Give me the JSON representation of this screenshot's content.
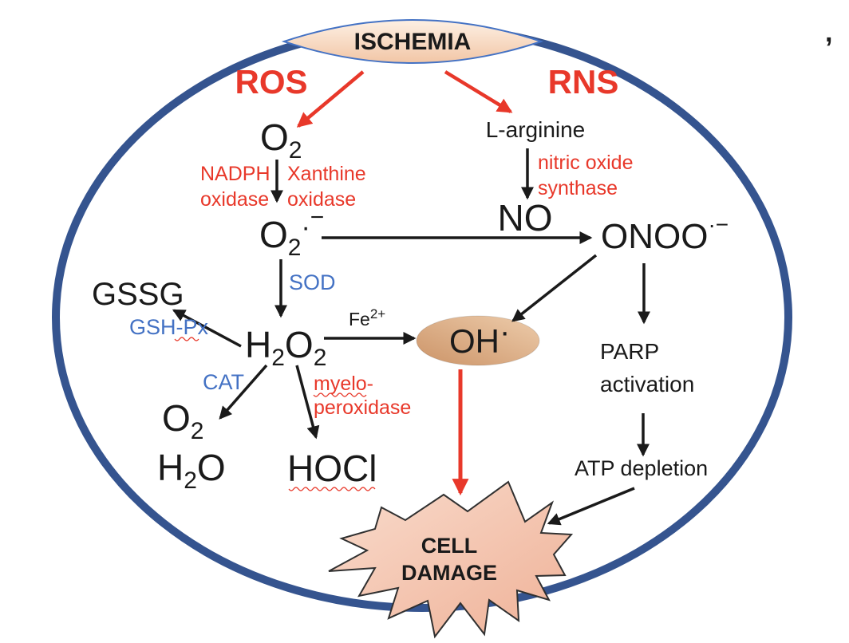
{
  "colors": {
    "membrane_blue": "#35548f",
    "lens_outline_blue": "#4472c4",
    "red": "#e8382a",
    "enzyme_blue": "#4472c4",
    "black": "#1a1a1a",
    "lens_fill_top": "#fdf0e4",
    "lens_fill_bottom": "#f2c6a6",
    "oh_fill_dark": "#cc9468",
    "oh_fill_light": "#edccab",
    "burst_fill_light": "#f9dccd",
    "burst_fill_dark": "#efb197"
  },
  "nodes": {
    "ischemia": "ISCHEMIA",
    "ros": "ROS",
    "rns": "RNS",
    "l_arginine": "L-arginine",
    "no": "NO",
    "gssg": "GSSG",
    "hocl": "HOCl",
    "parp_line1": "PARP",
    "parp_line2": "activation",
    "atp_depletion": "ATP depletion",
    "cell_damage_line1": "CELL",
    "cell_damage_line2": "DAMAGE",
    "stray_comma": ","
  },
  "enzymes": {
    "nadph_line1": "NADPH",
    "nadph_line2": "oxidase",
    "xanthine_line1": "Xanthine",
    "xanthine_line2": "oxidase",
    "nos_line1": "nitric oxide",
    "nos_line2": "synthase",
    "sod": "SOD",
    "gsh_px": "GSH-Px",
    "cat": "CAT",
    "mpo_line1": "myelo-",
    "mpo_line2": "peroxidase"
  },
  "molecules": {
    "o2": {
      "base": "O",
      "sub": "2"
    },
    "superoxide": {
      "base": "O",
      "sub": "2",
      "dot": "·",
      "minus": "−"
    },
    "h2o2": {
      "p1": "H",
      "p2": "2",
      "p3": "O",
      "p4": "2"
    },
    "onoo": {
      "base": "ONOO",
      "sup": "·−"
    },
    "oh_radical": {
      "base": "OH",
      "dot": "·"
    },
    "fe": {
      "base": "Fe",
      "sup": "2+"
    },
    "o2_product": {
      "base": "O",
      "sub": "2"
    },
    "h2o": {
      "p1": "H",
      "p2": "2",
      "p3": "O"
    }
  }
}
